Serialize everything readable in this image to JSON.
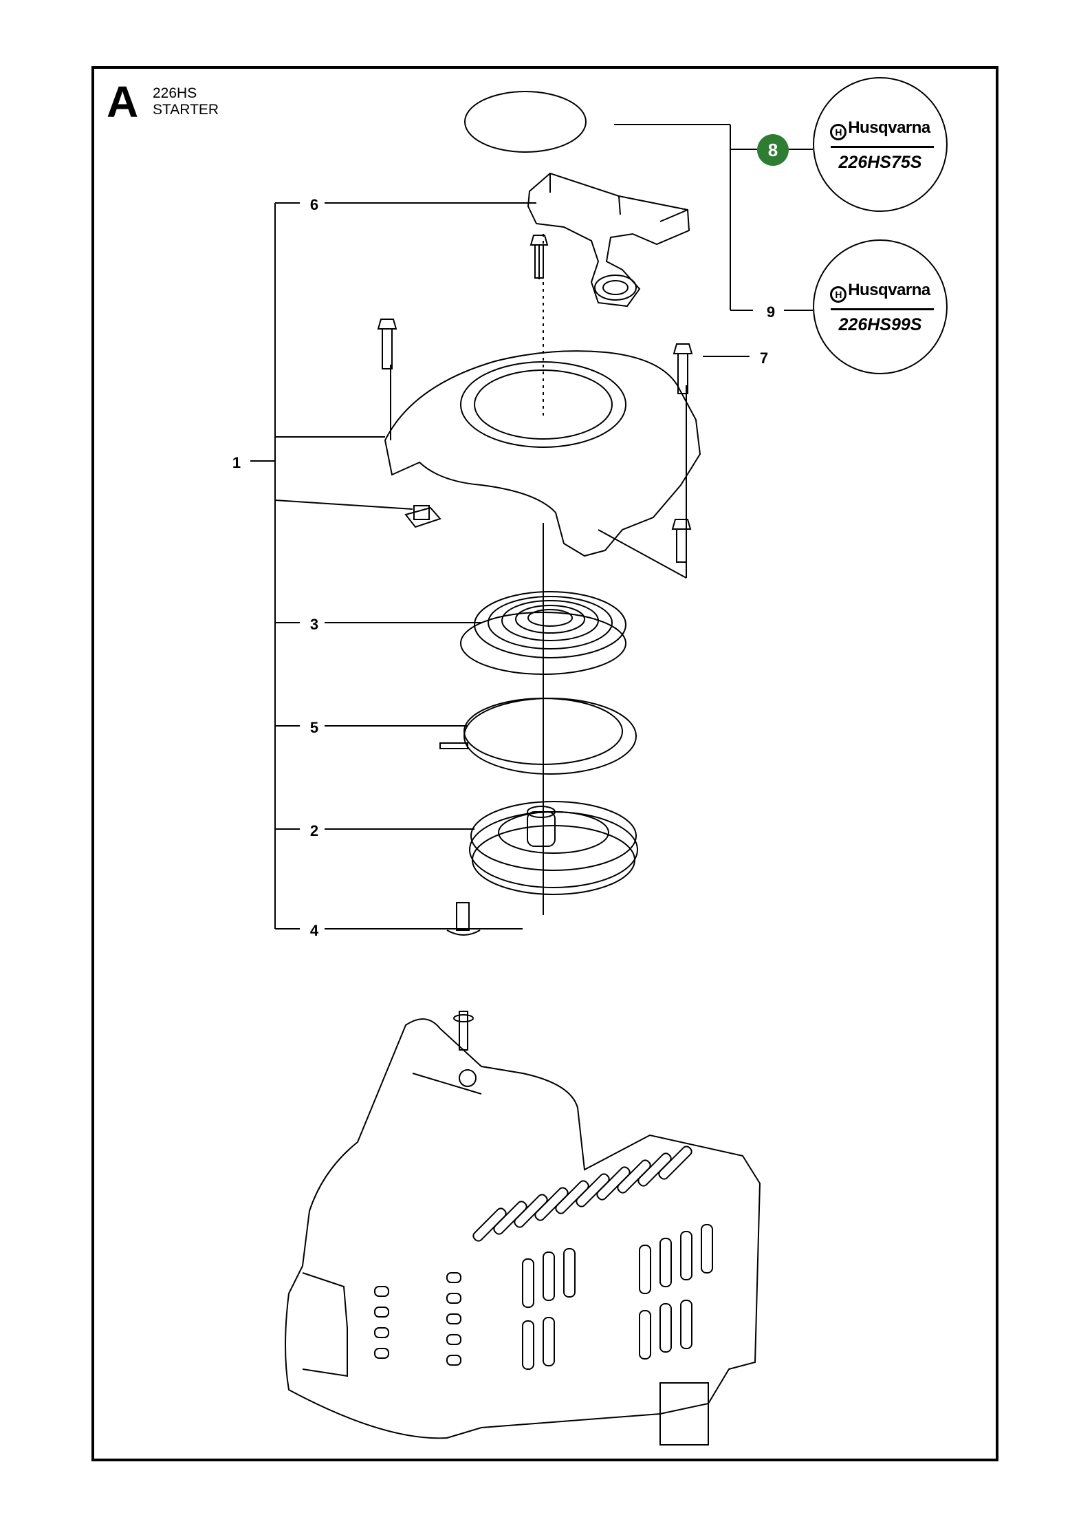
{
  "header": {
    "section_letter": "A",
    "model": "226HS",
    "title": "STARTER"
  },
  "callouts": [
    {
      "id": "1",
      "label": "1"
    },
    {
      "id": "2",
      "label": "2"
    },
    {
      "id": "3",
      "label": "3"
    },
    {
      "id": "4",
      "label": "4"
    },
    {
      "id": "5",
      "label": "5"
    },
    {
      "id": "6",
      "label": "6"
    },
    {
      "id": "7",
      "label": "7"
    },
    {
      "id": "8",
      "label": "8",
      "highlight": true
    },
    {
      "id": "9",
      "label": "9"
    }
  ],
  "decals": [
    {
      "brand": "Husqvarna",
      "model": "226HS75S"
    },
    {
      "brand": "Husqvarna",
      "model": "226HS99S"
    }
  ],
  "colors": {
    "line": "#000000",
    "highlight": "#2e7d32",
    "background": "#ffffff"
  }
}
